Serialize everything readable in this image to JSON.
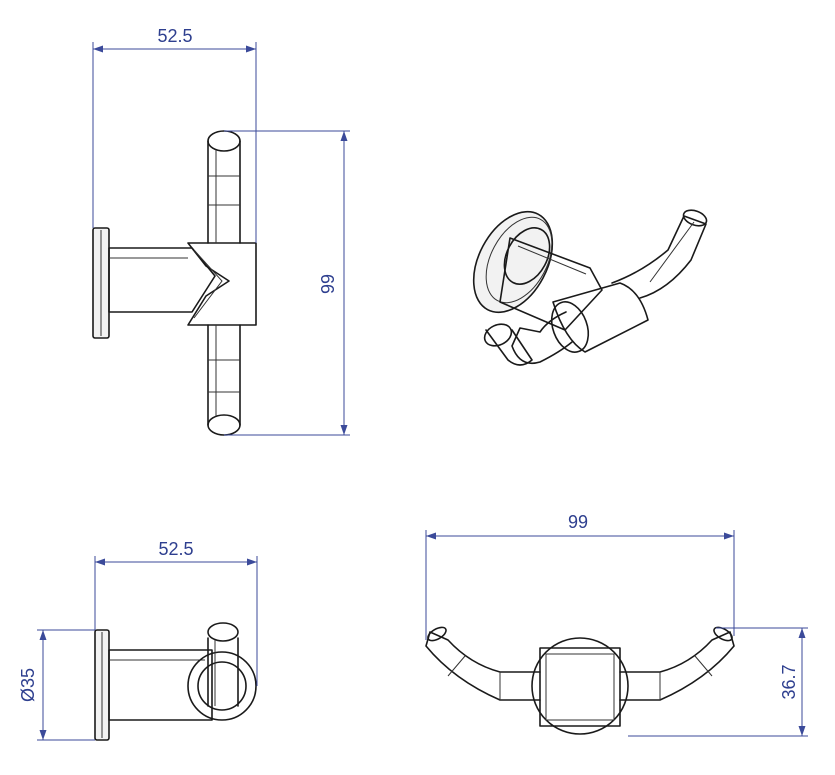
{
  "colors": {
    "dimension": "#2e3f8f",
    "outline": "#1a1a1a"
  },
  "views": {
    "front": {
      "width_label": "52.5",
      "height_label": "99"
    },
    "isometric": {},
    "side": {
      "width_label": "52.5",
      "diameter_label": "Ø35"
    },
    "top": {
      "width_label": "99",
      "height_label": "36.7"
    }
  }
}
